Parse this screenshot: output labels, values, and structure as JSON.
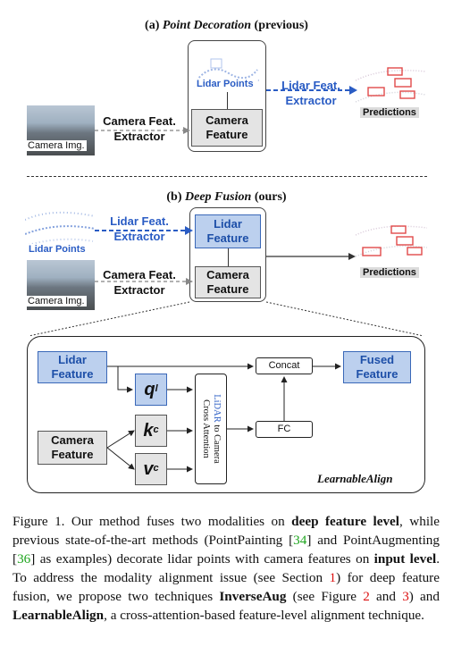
{
  "panel_a": {
    "title_prefix": "(a) ",
    "title_em": "Point Decoration",
    "title_suffix": " (previous)",
    "camera_img_label": "Camera Img.",
    "camera_extractor_label": "Camera Feat.\nExtractor",
    "lidar_points_label": "Lidar Points",
    "camera_feature_label": "Camera\nFeature",
    "lidar_extractor_label": "Lidar Feat.\nExtractor",
    "predictions_label": "Predictions"
  },
  "panel_b": {
    "title_prefix": "(b) ",
    "title_em": "Deep Fusion",
    "title_suffix": " (ours)",
    "lidar_points_label": "Lidar Points",
    "lidar_extractor_label": "Lidar Feat.\nExtractor",
    "lidar_feature_label": "Lidar\nFeature",
    "camera_img_label": "Camera Img.",
    "camera_extractor_label": "Camera Feat.\nExtractor",
    "camera_feature_label": "Camera\nFeature",
    "predictions_label": "Predictions"
  },
  "learnable_align": {
    "lidar_feature_label": "Lidar\nFeature",
    "camera_feature_label": "Camera\nFeature",
    "q_label": "q",
    "q_sup": "l",
    "k_label": "k",
    "k_sup": "c",
    "v_label": "v",
    "v_sup": "c",
    "cross_attention_line1_blue": "LiDAR",
    "cross_attention_line1_rest": " to Camera",
    "cross_attention_line2": "Cross Attention",
    "concat_label": "Concat",
    "fc_label": "FC",
    "fused_feature_label": "Fused\nFeature",
    "module_name": "LearnableAlign"
  },
  "caption": {
    "s1": "Figure 1. Our method fuses two modalities on ",
    "b1": "deep feature level",
    "s2": ", while previous state-of-the-art methods (PointPainting [",
    "c1": "34",
    "s3": "] and PointAugmenting [",
    "c2": "36",
    "s4": "] as examples) decorate lidar points with camera features on ",
    "b2": "input level",
    "s5": ".  To address the modality alignment issue (see Section ",
    "c3": "1",
    "s6": ") for deep feature fusion, we propose two techniques ",
    "b3": "InverseAug",
    "s7": " (see Figure ",
    "c4": "2",
    "s8": " and ",
    "c5": "3",
    "s9": ") and ",
    "b4": "LearnableAlign",
    "s10": ", a cross-attention-based feature-level alignment technique."
  },
  "colors": {
    "accent_blue": "#2a5cc4",
    "blue_box_fill": "#bcd0ee",
    "gray_box_fill": "#e4e4e4",
    "citation_green": "#1ea51e",
    "reference_red": "#d11"
  }
}
